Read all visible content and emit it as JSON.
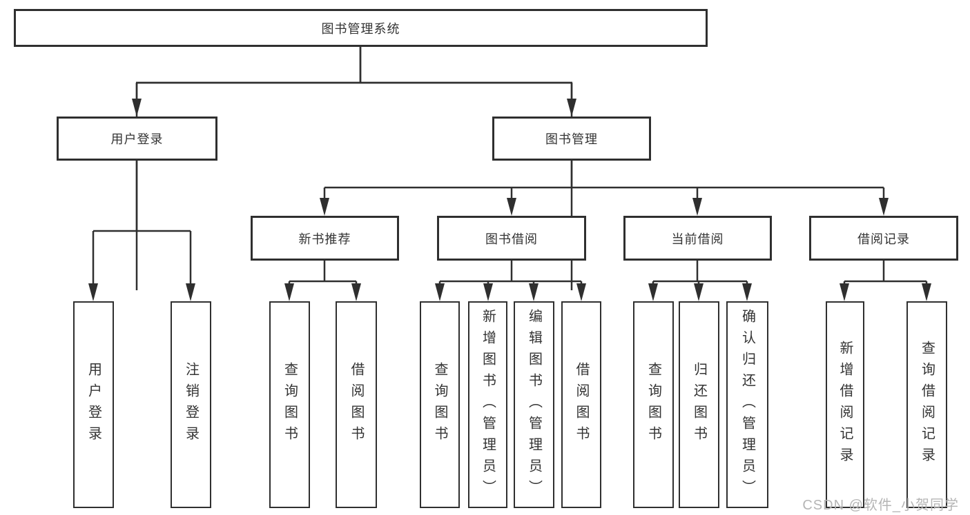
{
  "diagram_type": "hierarchy-tree",
  "tree": {
    "label": "图书管理系统",
    "children": [
      {
        "label": "用户登录",
        "children": [
          {
            "label": "用户登录"
          },
          {
            "label": "注销登录"
          }
        ]
      },
      {
        "label": "图书管理",
        "children": [
          {
            "label": "新书推荐",
            "children": [
              {
                "label": "查询图书"
              },
              {
                "label": "借阅图书"
              }
            ]
          },
          {
            "label": "图书借阅",
            "children": [
              {
                "label": "查询图书"
              },
              {
                "label": "新增图书（管理员）"
              },
              {
                "label": "编辑图书（管理员）"
              },
              {
                "label": "借阅图书"
              }
            ]
          },
          {
            "label": "当前借阅",
            "children": [
              {
                "label": "查询图书"
              },
              {
                "label": "归还图书"
              },
              {
                "label": "确认归还（管理员）"
              }
            ]
          },
          {
            "label": "借阅记录",
            "children": [
              {
                "label": "新增借阅记录"
              },
              {
                "label": "查询借阅记录"
              }
            ]
          }
        ]
      }
    ]
  },
  "watermark": {
    "text": "CSDN @软件_小贺同学"
  },
  "colors": {
    "line": "#2f2f2f",
    "text": "#333333",
    "box_background": "#ffffff",
    "watermark": "#b5b5b5"
  }
}
